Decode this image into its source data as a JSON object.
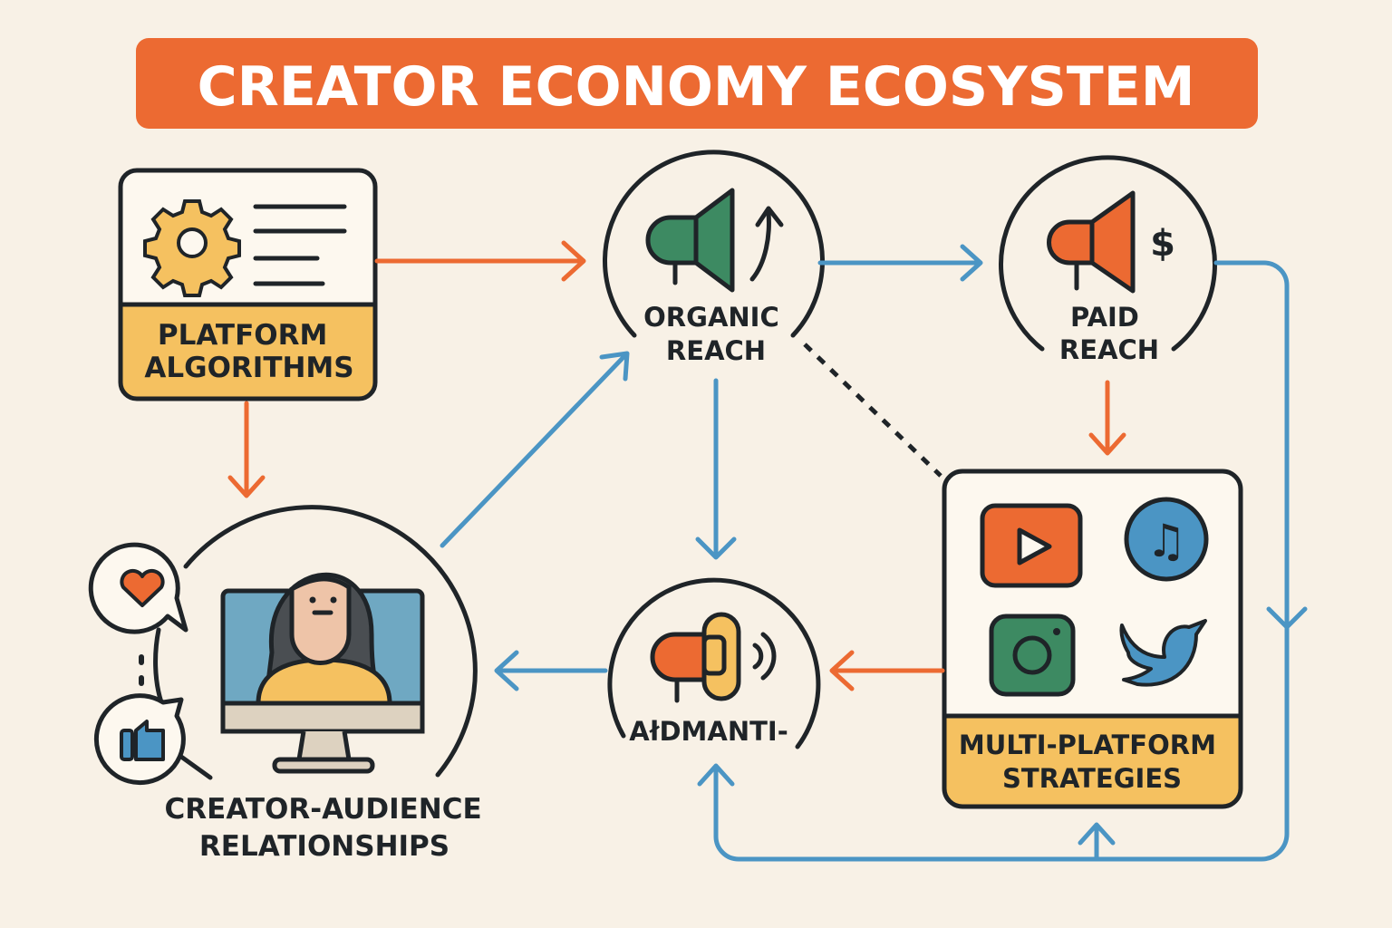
{
  "title": "CREATOR ECONOMY ECOSYSTEM",
  "nodes": {
    "platform_algorithms": [
      "PLATFORM",
      "ALGORITHMS"
    ],
    "organic_reach": [
      "ORGANIC",
      "REACH"
    ],
    "paid_reach": [
      "PAID",
      "REACH"
    ],
    "multi_platform": [
      "MULTI-PLATFORM",
      "STRATEGIES"
    ],
    "aidmanti": "AłDMANTI-",
    "creator_audience": [
      "CREATOR-AUDIENCE",
      "RELATIONSHIPS"
    ]
  },
  "colors": {
    "background": "#f8f1e6",
    "orange": "#ec6a32",
    "blue": "#4b95c4",
    "yellow": "#f5c160",
    "green": "#3d8a62",
    "dark": "#1f2428"
  }
}
